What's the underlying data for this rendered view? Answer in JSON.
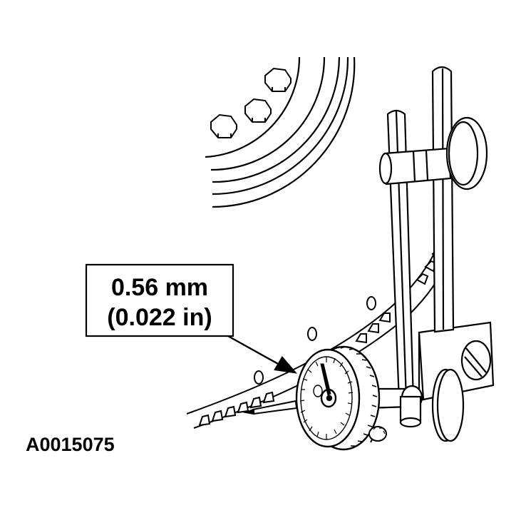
{
  "callout": {
    "line1": "0.56 mm",
    "line2": "(0.022 in)"
  },
  "figure_code": "A0015075",
  "colors": {
    "ink": "#000000",
    "paper": "#ffffff"
  }
}
